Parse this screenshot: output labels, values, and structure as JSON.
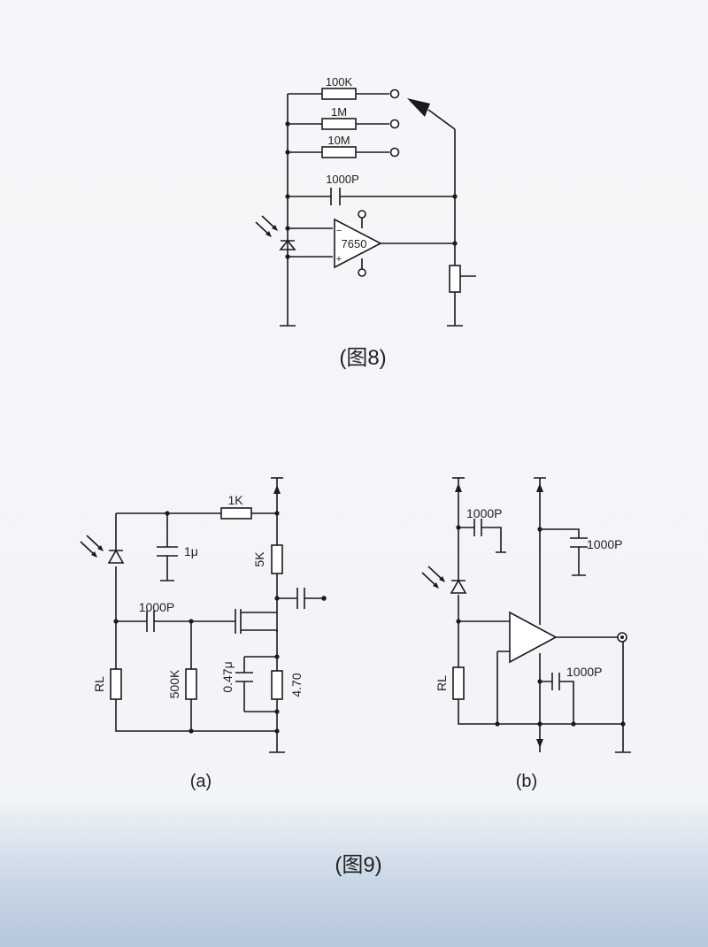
{
  "figure8": {
    "caption": "(图8)",
    "resistor_labels": [
      "100K",
      "1M",
      "10M"
    ],
    "capacitor_label": "1000P",
    "opamp_label": "7650",
    "minus_sign": "−",
    "plus_sign": "+"
  },
  "figure9": {
    "caption": "(图9)",
    "circuit_a": {
      "caption": "(a)",
      "labels": {
        "r_top": "1K",
        "c_top": "1μ",
        "r_drain": "5K",
        "c_coupling": "1000P",
        "r_load": "RL",
        "r_gate": "500K",
        "c_source": "0.47μ",
        "r_source": "4.70"
      }
    },
    "circuit_b": {
      "caption": "(b)",
      "labels": {
        "c_upper_left": "1000P",
        "c_upper_right": "1000P",
        "c_lower": "1000P",
        "r_load": "RL"
      }
    }
  }
}
